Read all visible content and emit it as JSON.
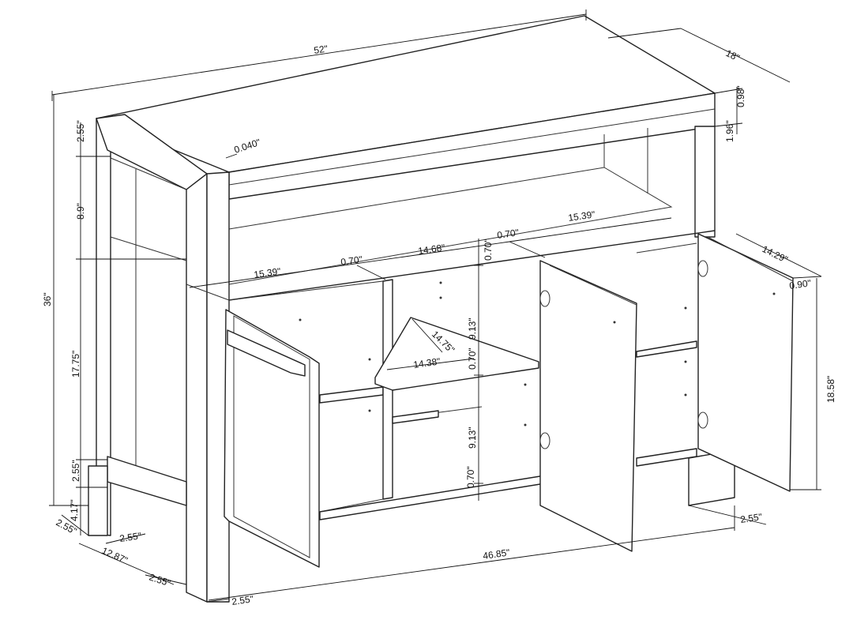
{
  "colors": {
    "line": "#222222",
    "background": "#ffffff"
  },
  "dimensions": {
    "width_top": "52\"",
    "depth_top": "18\"",
    "top_thickness": "0.98\"",
    "apron_height": "1.96\"",
    "bevel": "0.040\"",
    "rail_top": "2.55\"",
    "upper_open": "8.9\"",
    "total_height": "36\"",
    "cabinet_height": "17.75\"",
    "bottom_rail": "2.55\"",
    "foot_height": "4.17\"",
    "leg_side_a": "2.55\"",
    "leg_front_a": "2.55\"",
    "side_depth": "12.87\"",
    "leg_side_b": "2.55\"",
    "leg_front_b": "2.55\"",
    "base_width": "46.85\"",
    "leg_right": "2.55\"",
    "bay_left": "15.39\"",
    "divider_left": "0.70\"",
    "bay_center": "14.68\"",
    "divider_right": "0.70\"",
    "bay_right": "15.39\"",
    "door_width": "14.29\"",
    "door_thickness": "0.90\"",
    "door_height": "18.58\"",
    "shelf_top": "0.70\"",
    "compartment_upper": "9.13\"",
    "shelf_mid": "0.70\"",
    "compartment_lower": "9.13\"",
    "shelf_bottom": "0.70\"",
    "shelf_depth": "14.75\"",
    "shelf_width": "14.38\""
  }
}
